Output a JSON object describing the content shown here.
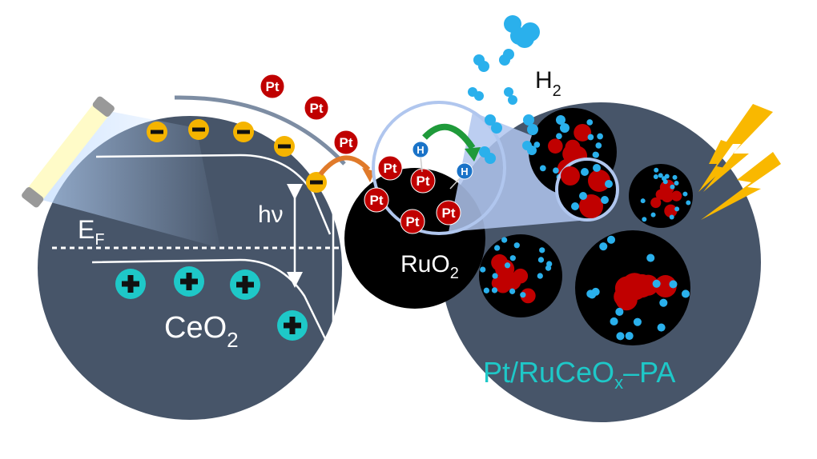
{
  "labels": {
    "fermi_main": "E",
    "fermi_sub": "F",
    "photon": "hν",
    "ceo2_main": "CeO",
    "ceo2_sub": "2",
    "ruo2_main": "RuO",
    "ruo2_sub": "2",
    "h2_main": "H",
    "h2_sub": "2",
    "catalyst_a": "Pt/RuCeO",
    "catalyst_sub": "x",
    "catalyst_b": "–PA",
    "pt": "Pt",
    "h": "H"
  },
  "colors": {
    "particle_bg": "#475569",
    "ruo2": "#000000",
    "pt": "#c00000",
    "electron": "#f5b400",
    "hole": "#1ec8c8",
    "hydrogen": "#2ab0ec",
    "h_atom": "#1a73c8",
    "catalyst_label": "#1ec8c8",
    "bolt": "#f9b800",
    "electron_arrow": "#e07a2a",
    "h_arrow": "#1f9a3a"
  }
}
